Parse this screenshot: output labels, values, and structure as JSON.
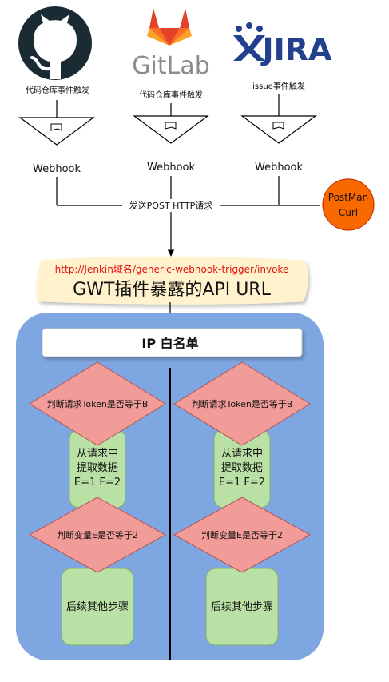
{
  "sources": {
    "github": {
      "trigger": "代码仓库事件触发",
      "webhook": "Webhook"
    },
    "gitlab": {
      "logo_text": "GitLab",
      "trigger": "代码仓库事件触发",
      "webhook": "Webhook"
    },
    "jira": {
      "logo_text": "JIRA",
      "trigger": "issue事件触发",
      "webhook": "Webhook"
    }
  },
  "postman": {
    "line1": "PostMan",
    "line2": "Curl"
  },
  "request_label": "发送POST HTTP请求",
  "endpoint": {
    "url": "http://Jenkin域名/generic-webhook-trigger/invoke",
    "title": "GWT插件暴露的API URL"
  },
  "whitelist": {
    "title": "IP 白名单"
  },
  "lanes": [
    {
      "check_token": "判断请求Token是否等于B",
      "extract": [
        "从请求中",
        "提取数据",
        "E=1 F=2"
      ],
      "check_var": "判断变量E是否等于2",
      "next": "后续其他步骤"
    },
    {
      "check_token": "判断请求Token是否等于B",
      "extract": [
        "从请求中",
        "提取数据",
        "E=1 F=2"
      ],
      "check_var": "判断变量E是否等于2",
      "next": "后续其他步骤"
    }
  ],
  "colors": {
    "container": "#7ea6e0",
    "diamond": "#f19c99",
    "diamond_stroke": "#b85450",
    "process": "#b9e0a5",
    "process_stroke": "#82b366",
    "postman": "#fa6800",
    "note": "#fff2cc",
    "url_red": "#e01010",
    "github_dark": "#1b2b34",
    "jira_blue": "#23408e",
    "gitlab_orange1": "#e24329",
    "gitlab_orange2": "#fc6d26",
    "gitlab_orange3": "#fca326"
  }
}
